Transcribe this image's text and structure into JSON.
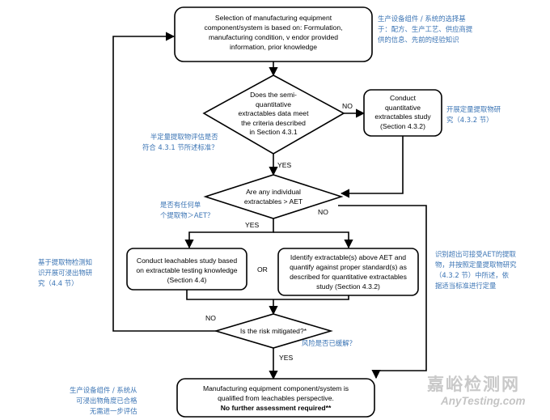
{
  "nodes": {
    "start": [
      "Selection of manufacturing equipment",
      "component/system is based on: Formulation,",
      "manufacturing condition, v endor provided",
      "information, prior knowledge"
    ],
    "decision1": [
      "Does the semi-",
      "quantitative",
      "extractables data meet",
      "the criteria described",
      "in Section 4.3.1"
    ],
    "conduct_quant": [
      "Conduct",
      "quantitative",
      "extractables study",
      "(Section 4.3.2)"
    ],
    "decision2": [
      "Are any individual",
      "extractables > AET"
    ],
    "leachables": [
      "Conduct leachables study based",
      "on extractable testing knowledge",
      "(Section 4.4)"
    ],
    "identify": [
      "Identify extractable(s) above AET and",
      "quantify against proper standard(s) as",
      "described for quantitative extractables",
      "study (Section 4.3.2)"
    ],
    "decision3": [
      "Is the risk mitigated?*"
    ],
    "end": [
      "Manufacturing equipment component/system is",
      "qualified from leachables perspective."
    ],
    "end_bold": "No further assessment required**"
  },
  "labels": {
    "no1": "NO",
    "yes1": "YES",
    "yes2": "YES",
    "no2": "NO",
    "or": "OR",
    "no3": "NO",
    "yes3": "YES"
  },
  "annotations": {
    "cn_start": [
      "生产设备组件 / 系统的选择基",
      "于：配方、生产工艺、供应商提",
      "供的信息、先前的经验知识"
    ],
    "cn_quant": [
      "开展定量提取物研",
      "究（4.3.2 节）"
    ],
    "cn_decision1": [
      "半定量提取物评估是否",
      "符合 4.3.1 节所述标准？"
    ],
    "cn_decision2": [
      "是否有任何单",
      "个提取物＞AET？"
    ],
    "cn_leach": [
      "基于提取物检测知",
      "识开展可浸出物研",
      "究（4.4 节）"
    ],
    "cn_identify": [
      "识别超出可接受AET的提取",
      "物，并按照定量提取物研究",
      "（4.3.2 节）中所述，依",
      "据适当标准进行定量"
    ],
    "cn_decision3": [
      "风险是否已缓解？"
    ],
    "cn_end": [
      "生产设备组件 / 系统从",
      "可浸出物角度已合格",
      "无需进一步评估"
    ]
  },
  "watermark": {
    "cn": "嘉峪检测网",
    "en": "AnyTesting.com"
  },
  "colors": {
    "annotation": "#3b74b4",
    "watermark": "#c4c4c4"
  }
}
